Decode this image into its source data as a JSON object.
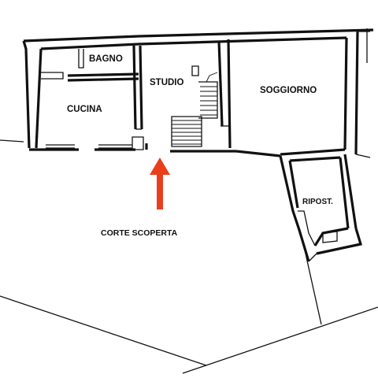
{
  "plan": {
    "rooms": {
      "bagno": "BAGNO",
      "studio": "STUDIO",
      "soggiorno": "SOGGIORNO",
      "cucina": "CUCINA",
      "ripostiglio": "RIPOST."
    },
    "courtyard": "CORTE SCOPERTA",
    "arrow_color": "#e8401c"
  }
}
